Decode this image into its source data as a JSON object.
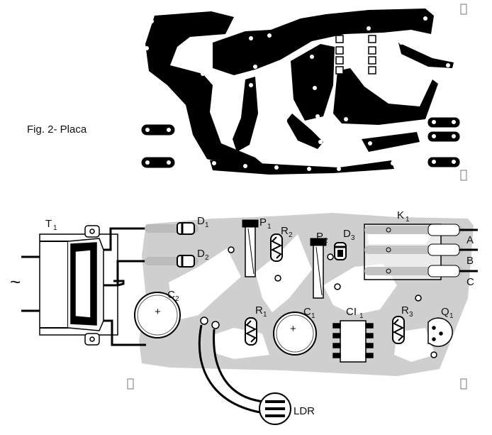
{
  "figure": {
    "caption": "Fig. 2- Placa"
  },
  "components": {
    "transformer": {
      "label": "T",
      "sub": "1"
    },
    "d1": {
      "label": "D",
      "sub": "1"
    },
    "d2": {
      "label": "D",
      "sub": "2"
    },
    "d3": {
      "label": "D",
      "sub": "3"
    },
    "p1": {
      "label": "P",
      "sub": "1"
    },
    "p2": {
      "label": "P",
      "sub": "2"
    },
    "r1": {
      "label": "R",
      "sub": "1"
    },
    "r2": {
      "label": "R",
      "sub": "2"
    },
    "r3": {
      "label": "R",
      "sub": "3"
    },
    "c1": {
      "label": "C",
      "sub": "1"
    },
    "c2": {
      "label": "C",
      "sub": "2"
    },
    "ci1": {
      "label": "CI",
      "sub": "1"
    },
    "q1": {
      "label": "Q",
      "sub": "1"
    },
    "k1": {
      "label": "K",
      "sub": "1"
    },
    "ldr": {
      "label": "LDR"
    },
    "ac_symbol": "~",
    "plus_sign": "+"
  },
  "terminals": [
    "A",
    "B",
    "C"
  ]
}
